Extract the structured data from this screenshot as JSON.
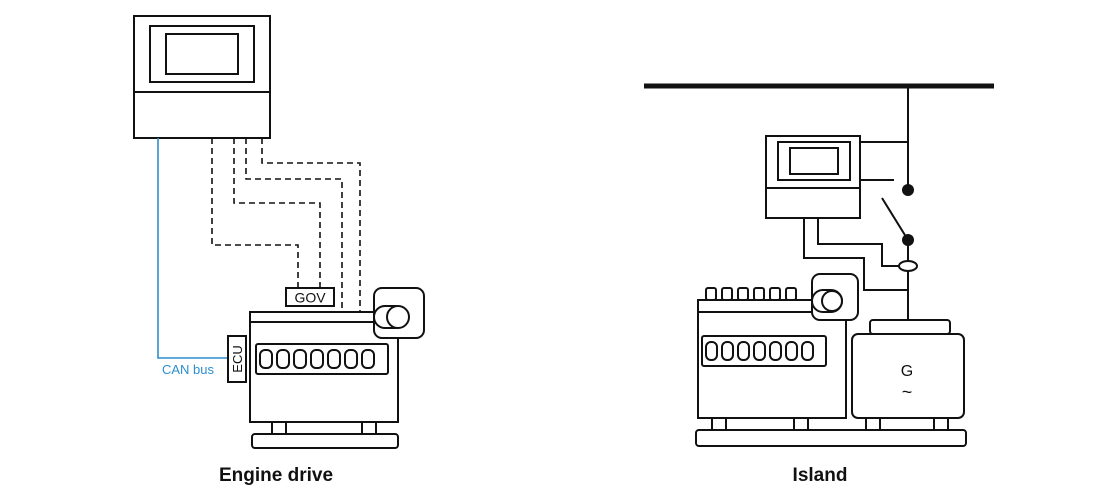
{
  "left_diagram": {
    "caption": "Engine drive",
    "gov_label": "GOV",
    "ecu_label": "ECU",
    "can_label": "CAN bus"
  },
  "right_diagram": {
    "caption": "Island",
    "generator_label": "G",
    "generator_symbol": "~"
  },
  "colors": {
    "line": "#111111",
    "can_bus": "#2b8fd0",
    "background": "#ffffff"
  }
}
